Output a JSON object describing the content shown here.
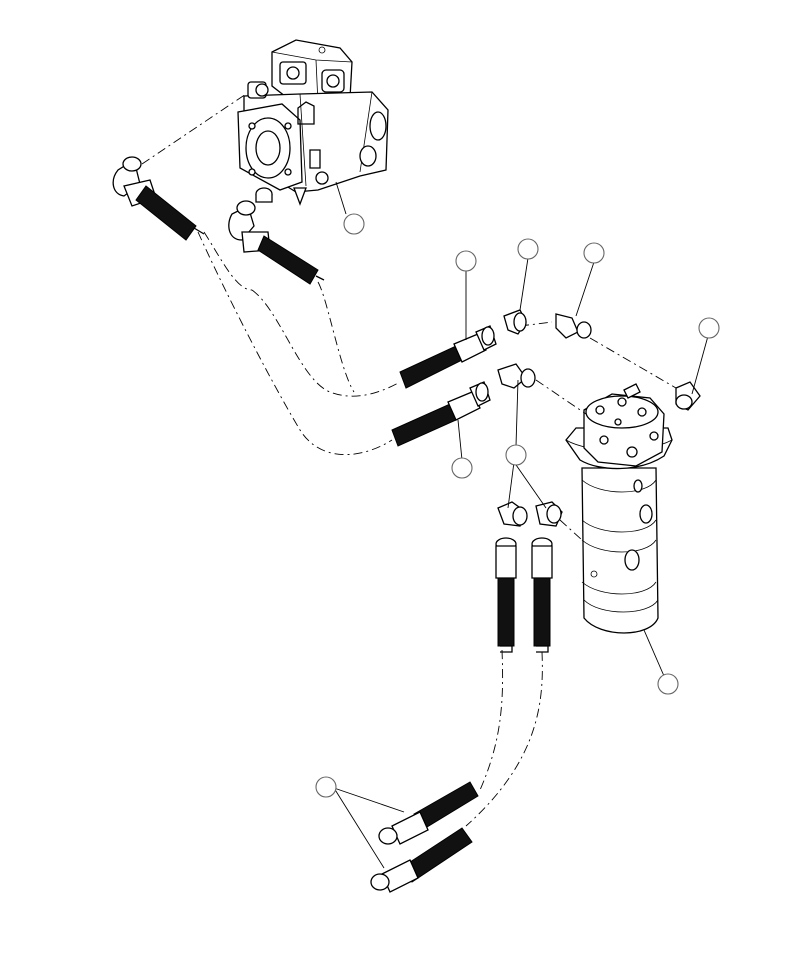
{
  "diagram": {
    "parts": [
      {
        "id": "hydraulic-pump",
        "icon": "pump-assembly"
      },
      {
        "id": "rotary-manifold",
        "icon": "swivel-joint"
      },
      {
        "id": "upper-hose-pair",
        "icon": "hose"
      },
      {
        "id": "middle-hose-pair",
        "icon": "hose"
      },
      {
        "id": "vertical-hose-pair",
        "icon": "hose"
      },
      {
        "id": "lower-hose-pair",
        "icon": "hose"
      },
      {
        "id": "elbow-fittings",
        "icon": "elbow-fitting"
      }
    ],
    "callouts": [
      {
        "id": "callout-pump",
        "label": ""
      },
      {
        "id": "callout-hose-upper",
        "label": ""
      },
      {
        "id": "callout-elbow-a",
        "label": ""
      },
      {
        "id": "callout-elbow-b",
        "label": ""
      },
      {
        "id": "callout-elbow-right",
        "label": ""
      },
      {
        "id": "callout-hose-lower",
        "label": ""
      },
      {
        "id": "callout-elbow-pair",
        "label": ""
      },
      {
        "id": "callout-manifold",
        "label": ""
      },
      {
        "id": "callout-bottom-hoses",
        "label": ""
      }
    ]
  }
}
